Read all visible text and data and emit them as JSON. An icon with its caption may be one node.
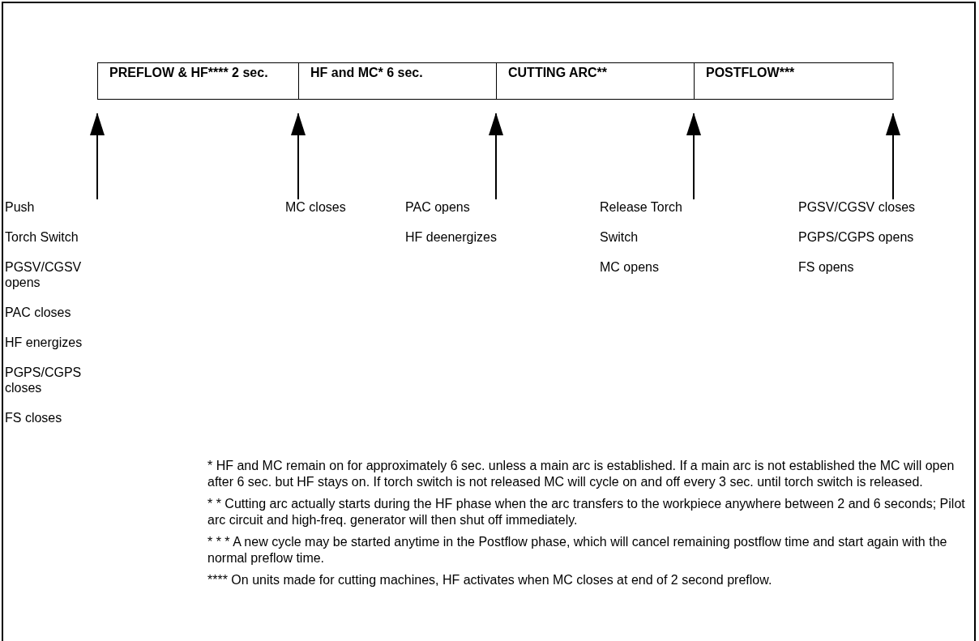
{
  "diagram": {
    "nodes": [
      {
        "text": [
          "PREFLOW & HF**** 2 sec."
        ]
      },
      {
        "text": [
          "HF and MC* 6 sec."
        ]
      },
      {
        "text": [
          "CUTTING ARC**"
        ]
      },
      {
        "text": [
          "POSTFLOW***"
        ]
      },
      {
        "text": [
          "Push",
          "Torch Switch",
          "PGSV/CGSV opens",
          "PAC closes",
          "HF energizes",
          "PGPS/CGPS closes",
          "FS closes"
        ]
      },
      {
        "text": [
          "MC closes"
        ]
      },
      {
        "text": [
          "PAC opens",
          "HF deenergizes"
        ]
      },
      {
        "text": [
          "Release Torch",
          "Switch",
          "MC opens"
        ]
      },
      {
        "text": [
          "PGSV/CGSV closes",
          "PGPS/CGPS opens",
          "FS opens"
        ]
      }
    ],
    "edges": [
      {
        "from": 4,
        "to": 0,
        "arrow": "to"
      },
      {
        "from": 5,
        "to": 1,
        "arrow": "to"
      },
      {
        "from": 6,
        "to": 2,
        "arrow": "to"
      },
      {
        "from": 7,
        "to": 3,
        "arrow": "to"
      },
      {
        "from": 8,
        "to": 3,
        "arrow": "to"
      }
    ],
    "labels": [
      "* HF and MC remain on for approximately 6 sec. unless a main arc is established. If a main arc is not established the MC will open after 6 sec. but HF stays on. If torch switch is not released MC will cycle on and off every 3 sec. until torch switch is released.",
      "* * Cutting arc actually starts during the HF phase when the arc transfers to the workpiece anywhere between 2 and 6 seconds; Pilot arc circuit and high-freq. generator will then shut off immediately.",
      "* * * A new cycle may be started anytime in the Postflow phase, which will cancel remaining postflow time and start again with the normal preflow time.",
      "**** On units made for cutting machines, HF activates when MC closes at end of 2 second preflow."
    ]
  }
}
